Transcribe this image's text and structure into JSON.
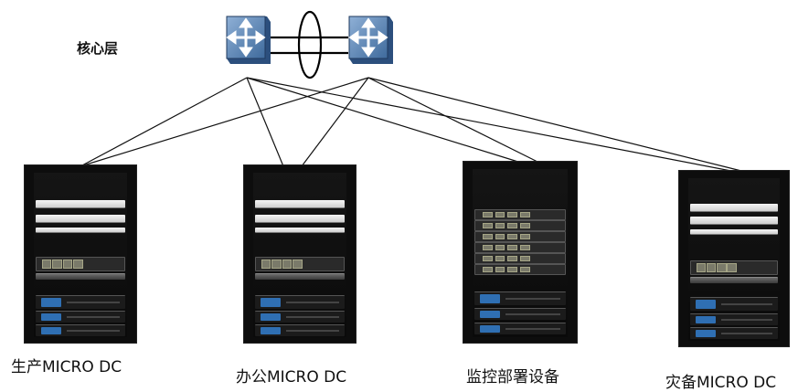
{
  "core": {
    "label": "核心层",
    "switches": [
      {
        "icon": "network-switch-icon"
      },
      {
        "icon": "network-switch-icon"
      }
    ],
    "link_bundle": "ellipse-icon"
  },
  "racks": [
    {
      "id": "prod",
      "label": "生产MICRO DC",
      "style": "standard"
    },
    {
      "id": "office",
      "label": "办公MICRO DC",
      "style": "standard"
    },
    {
      "id": "monitor",
      "label": "监控部署设备",
      "style": "storage"
    },
    {
      "id": "dr",
      "label": "灾备MICRO DC",
      "style": "standard"
    }
  ],
  "colors": {
    "rack": "#0d0d0d",
    "switch_face": "#5a86b5",
    "switch_edge": "#2c4f7d",
    "link": "#111111",
    "accent_blue": "#2f6fb3"
  }
}
